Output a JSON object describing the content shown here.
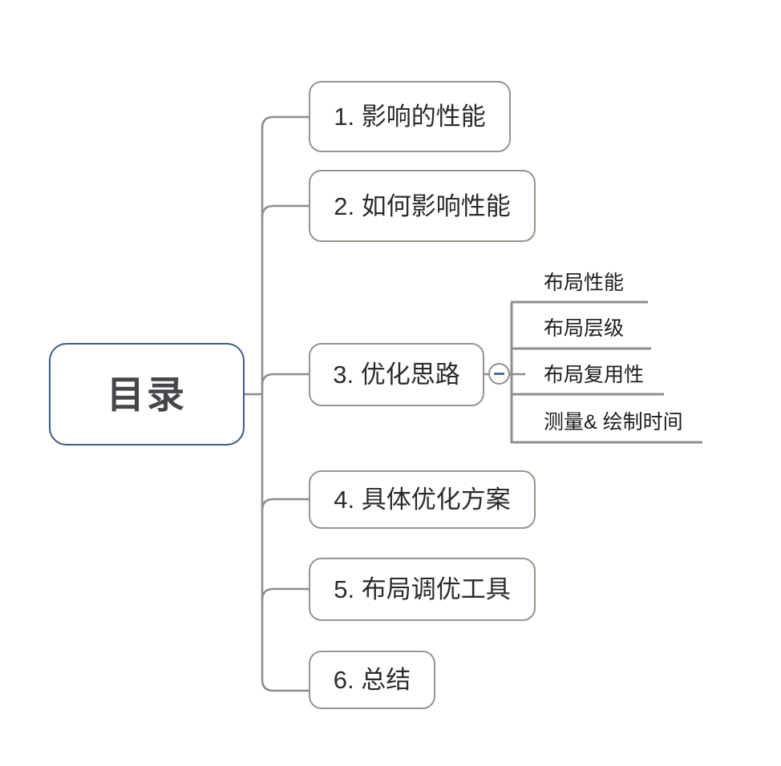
{
  "diagram": {
    "type": "mindmap",
    "title": "目录",
    "root": {
      "label": "目录",
      "border_color": "#3f5b8b",
      "text_color": "#45474a"
    },
    "branch_border_color": "#9a938c",
    "connector_color": "#8e8e8e",
    "toggle": {
      "name": "collapse-toggle",
      "state": "expanded",
      "glyph": "minus",
      "glyph_color": "#4a6ea9"
    },
    "branches": [
      {
        "index": "1",
        "label": "1. 影响的性能"
      },
      {
        "index": "2",
        "label": "2. 如何影响性能"
      },
      {
        "index": "3",
        "label": "3. 优化思路"
      },
      {
        "index": "4",
        "label": "4. 具体优化方案"
      },
      {
        "index": "5",
        "label": "5. 布局调优工具"
      },
      {
        "index": "6",
        "label": "6. 总结"
      }
    ],
    "sub_items": [
      {
        "label": "布局性能"
      },
      {
        "label": "布局层级"
      },
      {
        "label": "布局复用性"
      },
      {
        "label": "测量& 绘制时间"
      }
    ]
  }
}
